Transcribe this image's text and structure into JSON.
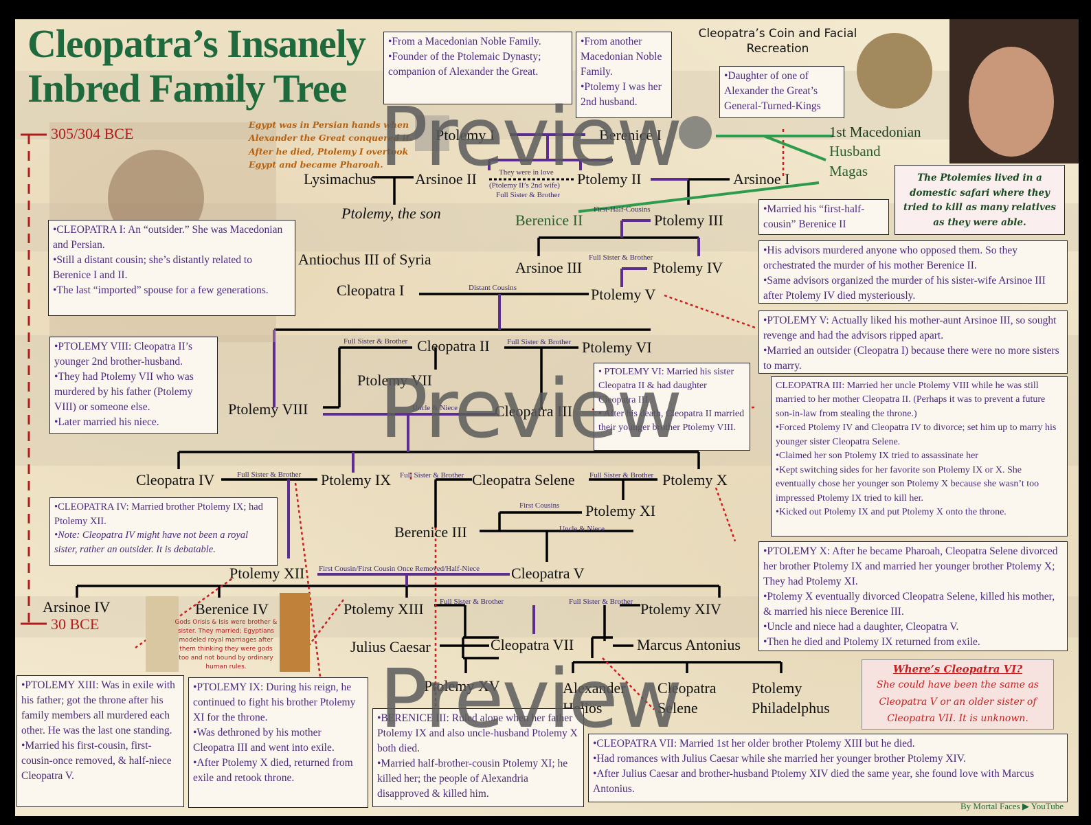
{
  "title": {
    "line1": "Cleopatra’s Insanely",
    "line2": "Inbred Family Tree"
  },
  "timeline": {
    "start": "305/304 BCE",
    "end": "30 BCE"
  },
  "egypt_note": "Egypt was in Persian hands when Alexander the Great conquered it. After he died, Ptolemy I overtook Egypt and became Pharoah.",
  "coin_label": "Cleopatra’s Coin and Facial Recreation",
  "macedonian_husband": {
    "line1": "1st Macedonian",
    "line2": "Husband",
    "line3": "Magas"
  },
  "nodes": {
    "ptolemy_i": "Ptolemy I",
    "berenice_i": "Berenice I",
    "lysimachus": "Lysimachus",
    "arsinoe_ii": "Arsinoe II",
    "ptolemy_ii": "Ptolemy II",
    "arsinoe_i": "Arsinoe I",
    "ptolemy_son": "Ptolemy, the son",
    "berenice_ii": "Berenice II",
    "ptolemy_iii": "Ptolemy III",
    "antiochus_iii": "Antiochus III of Syria",
    "arsinoe_iii": "Arsinoe III",
    "ptolemy_iv": "Ptolemy IV",
    "cleopatra_i": "Cleopatra I",
    "ptolemy_v": "Ptolemy V",
    "cleopatra_ii": "Cleopatra II",
    "ptolemy_vi": "Ptolemy VI",
    "ptolemy_vii": "Ptolemy VII",
    "ptolemy_viii": "Ptolemy VIII",
    "cleopatra_iii": "Cleopatra III",
    "cleopatra_iv": "Cleopatra IV",
    "ptolemy_ix": "Ptolemy IX",
    "cleopatra_selene": "Cleopatra Selene",
    "ptolemy_x": "Ptolemy X",
    "ptolemy_xi": "Ptolemy XI",
    "berenice_iii": "Berenice III",
    "ptolemy_xii": "Ptolemy XII",
    "cleopatra_v": "Cleopatra V",
    "arsinoe_iv": "Arsinoe IV",
    "berenice_iv": "Berenice IV",
    "ptolemy_xiii": "Ptolemy XIII",
    "ptolemy_xiv": "Ptolemy XIV",
    "julius_caesar": "Julius Caesar",
    "cleopatra_vii": "Cleopatra VII",
    "marcus_antonius": "Marcus Antonius",
    "ptolemy_xv": "Ptolemy XV",
    "alexander_helios": "Alexander Helios",
    "cleopatra_selene_ii": "Cleopatra Selene",
    "ptolemy_philadelphus": "Ptolemy Philadelphus"
  },
  "relations": {
    "in_love": "They were in love",
    "ptolemy_ii_wife": "(Ptolemy II’s 2nd wife)",
    "full_sister_brother": "Full Sister & Brother",
    "first_half_cousins": "First-Half-Cousins",
    "distant_cousins": "Distant Cousins",
    "uncle_niece_1": "Uncle & Niece",
    "first_cousins": "First Cousins",
    "uncle_niece_2": "Uncle & Niece",
    "first_cousin_long": "First Cousin/First Cousin Once Removed/Half-Niece"
  },
  "boxes": {
    "ptolemy_i_box": [
      "•From a Macedonian Noble Family.",
      "•Founder of the Ptolemaic Dynasty; companion of Alexander the Great."
    ],
    "berenice_i_box": [
      "•From another Macedonian Noble Family.",
      "•Ptolemy I was her 2nd husband."
    ],
    "arsinoe_i_box": [
      "•Daughter of one of Alexander the Great’s General-Turned-Kings"
    ],
    "ptolemies_note": "The Ptolemies lived in a domestic safari where they tried to kill as many relatives as they were able.",
    "ptolemy_iii_box": [
      "•Married his “first-half-cousin” Berenice II"
    ],
    "cleopatra_i_box": [
      "•CLEOPATRA I: An “outsider.” She was Macedonian and Persian.",
      "•Still a distant cousin; she’s distantly related to Berenice I and II.",
      "•The last “imported” spouse for a few generations."
    ],
    "ptolemy_iv_box": [
      "•His advisors murdered anyone who opposed them. So they orchestrated the murder of his mother Berenice II.",
      "•Same advisors organized the murder of his sister-wife Arsinoe III after Ptolemy IV died mysteriously."
    ],
    "ptolemy_v_box": [
      "•PTOLEMY V: Actually liked his mother-aunt Arsinoe III, so sought revenge and had the advisors ripped apart.",
      "•Married an outsider (Cleopatra I) because there were no more sisters to marry."
    ],
    "ptolemy_viii_box": [
      "•PTOLEMY VIII: Cleopatra II’s younger 2nd brother-husband.",
      "•They had Ptolemy VII who was murdered by his father (Ptolemy VIII) or someone else.",
      "•Later married his niece."
    ],
    "ptolemy_vi_box": [
      "• PTOLEMY VI: Married his sister Cleopatra II & had daughter Cleopatra III.",
      "• After his death, Cleopatra II married their younger brother Ptolemy VIII."
    ],
    "cleopatra_iii_box": [
      "CLEOPATRA III: Married her uncle Ptolemy VIII while he was still married to her mother Cleopatra II. (Perhaps it was to prevent a future son-in-law from stealing the throne.)",
      "•Forced Ptolemy IV and Cleopatra IV to divorce; set him up to marry his younger sister Cleopatra Selene.",
      "•Claimed her son Ptolemy IX tried to assassinate her",
      "•Kept switching sides for her favorite son Ptolemy IX or X. She eventually chose her younger son Ptolemy X because she wasn’t too impressed Ptolemy IX tried to kill her.",
      "•Kicked out Ptolemy IX and put Ptolemy X onto the throne."
    ],
    "cleopatra_iv_box": [
      "•CLEOPATRA IV: Married brother Ptolemy IX; had Ptolemy XII.",
      "•Note: Cleopatra IV might have not been a royal sister, rather an outsider. It is debatable."
    ],
    "ptolemy_x_box": [
      "•PTOLEMY X: After he became Pharoah, Cleopatra Selene divorced her brother Ptolemy IX and married her younger brother Ptolemy X; They had Ptolemy XI.",
      "•Ptolemy X eventually divorced Cleopatra Selene, killed his mother, & married his niece Berenice III.",
      "•Uncle and niece had a daughter, Cleopatra V.",
      "•Then he died and Ptolemy IX returned from exile."
    ],
    "gods_note": "Gods Orisis & Isis were brother & sister. They married; Egyptians modeled royal marriages after them thinking they were gods too and not bound by ordinary human rules.",
    "cleopatra_vi_title": "Where’s Cleopatra VI?",
    "cleopatra_vi_text": "She could have been the same as Cleopatra V or an older sister of Cleopatra VII. It is unknown.",
    "ptolemy_xiii_box": [
      "•PTOLEMY XIII: Was in exile with his father; got the throne after his family members all murdered each other. He was the last one standing.",
      "•Married his first-cousin, first-cousin-once removed, & half-niece Cleopatra V."
    ],
    "ptolemy_ix_box": [
      "•PTOLEMY IX: During his reign, he continued to fight his brother Ptolemy XI for the throne.",
      "•Was dethroned by his mother Cleopatra III and went into exile.",
      "•After Ptolemy X died, returned from exile and retook throne."
    ],
    "berenice_iii_box": [
      "•BERENICE III: Ruled alone when her father Ptolemy IX and also uncle-husband Ptolemy X both died.",
      "•Married half-brother-cousin Ptolemy XI; he killed her; the people of Alexandria disapproved & killed him."
    ],
    "cleopatra_vii_box": [
      "•CLEOPATRA VII: Married 1st her older brother Ptolemy XIII but he died.",
      "•Had romances with Julius Caesar while she married her younger brother Ptolemy XIV.",
      "•After Julius Caesar and brother-husband Ptolemy XIV died the same year, she found love with Marcus Antonius."
    ]
  },
  "watermark": "Preview",
  "credit": "By Mortal Faces ▶ YouTube",
  "colors": {
    "title": "#1f6a3c",
    "marriage": "#5b2d91",
    "lineage": "#000000",
    "timeline": "#b01c1c",
    "box_text": "#4b2a7b"
  }
}
